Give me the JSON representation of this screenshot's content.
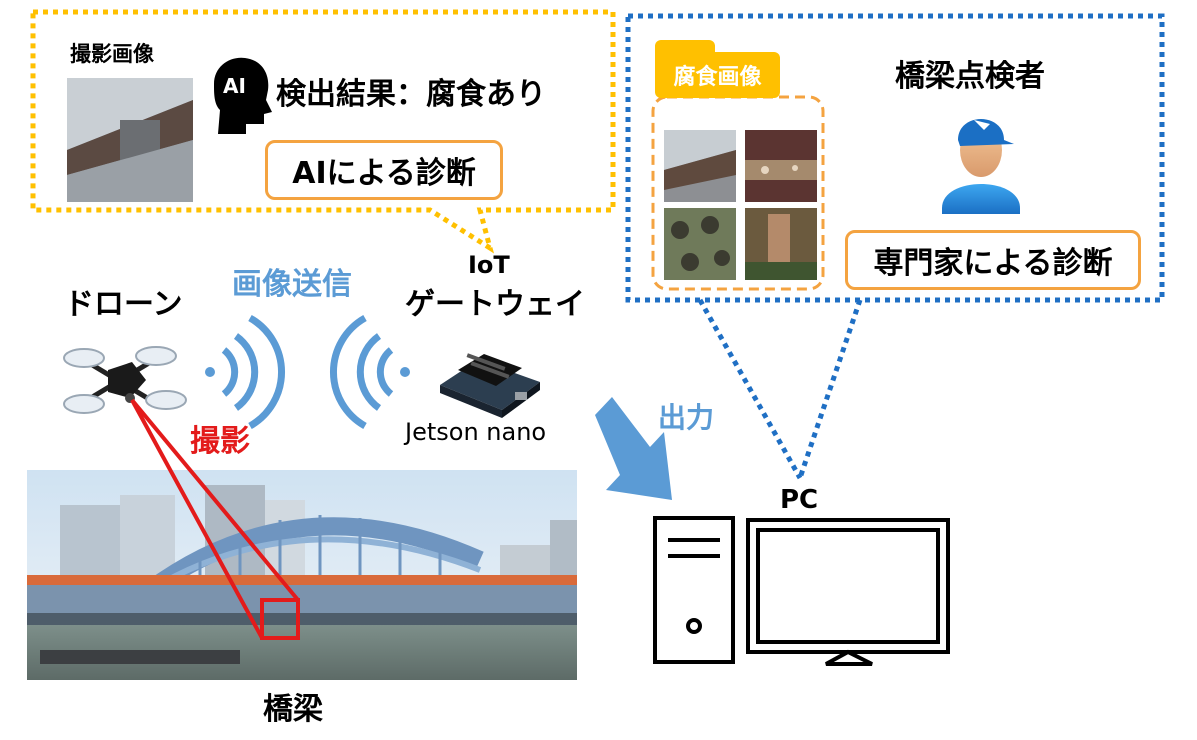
{
  "callout_left": {
    "photo_label": "撮影画像",
    "ai_icon_text": "AI",
    "result_text": "検出結果：腐食あり",
    "ai_diagnosis": "AIによる診断"
  },
  "callout_right": {
    "folder_label": "腐食画像",
    "inspector_label": "橋梁点検者",
    "expert_diagnosis": "専門家による診断"
  },
  "drone_label": "ドローン",
  "capture_label": "撮影",
  "transmit_label": "画像送信",
  "gateway": {
    "line1": "IoT",
    "line2": "ゲートウェイ",
    "device": "Jetson nano"
  },
  "output_label": "出力",
  "pc_label": "PC",
  "bridge_label": "橋梁",
  "colors": {
    "orange_dotted": "#ffc000",
    "blue_dotted": "#1f6fc4",
    "accent_blue": "#5b9bd5",
    "orange_box": "#f4a340",
    "capture_red": "#e31b1b"
  }
}
